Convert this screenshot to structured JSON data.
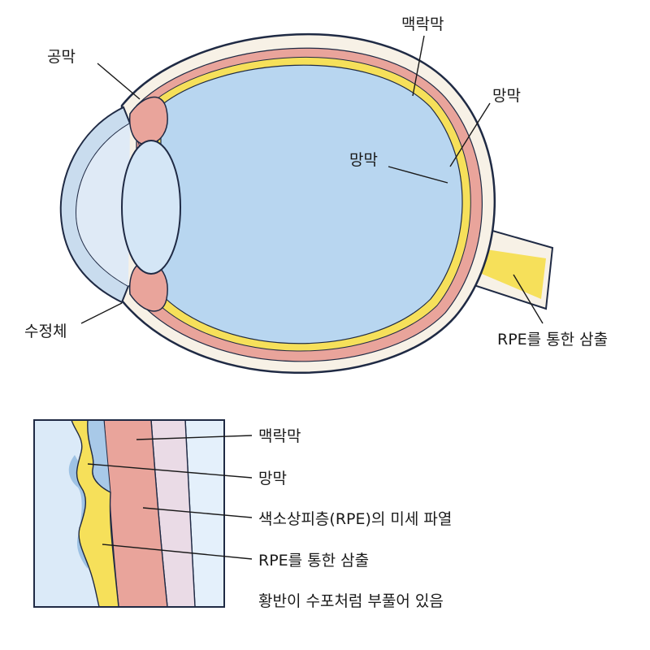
{
  "colors": {
    "sclera": "#f7f1e6",
    "outline": "#1f2a44",
    "choroid": "#e9a49b",
    "retina": "#f6e05a",
    "vitreous": "#b8d6f0",
    "cornea": "#c9dcee",
    "lens": "#d4e6f6",
    "rpe_band": "#eadbe6"
  },
  "eye_labels": {
    "sclera": "공막",
    "choroid": "맥락막",
    "retina_outer": "망막",
    "retina_inner": "망막",
    "lens": "수정체",
    "rpe_leak": "RPE를 통한 삼출"
  },
  "inset_labels": {
    "choroid": "맥락막",
    "retina": "망막",
    "rpe_tear": "색소상피층(RPE)의 미세 파열",
    "rpe_leak": "RPE를 통한 삼출",
    "macula_blister": "황반이 수포처럼 부풀어 있음"
  }
}
